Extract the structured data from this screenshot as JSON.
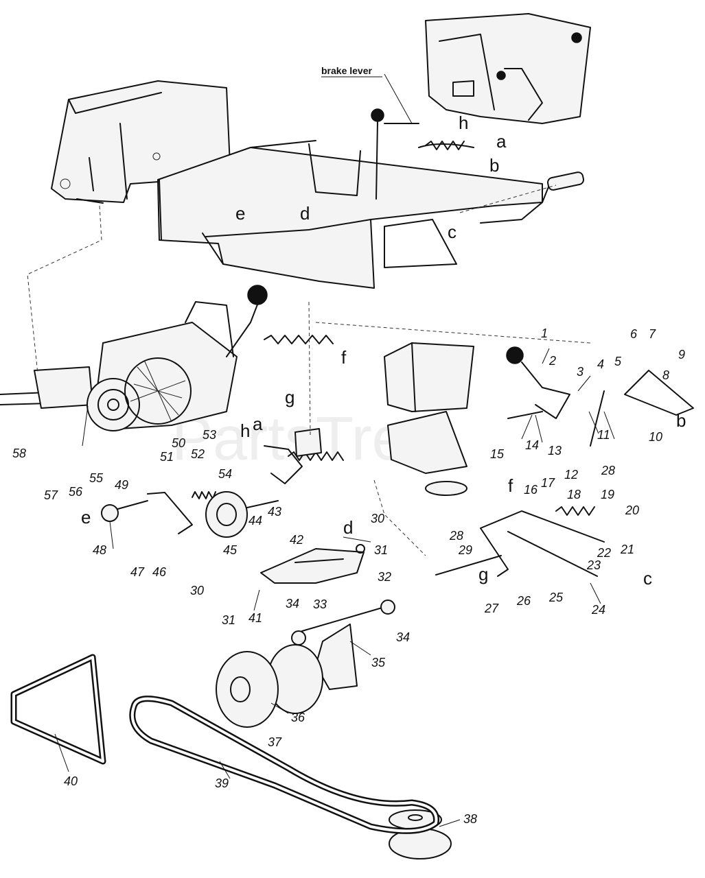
{
  "diagram": {
    "watermark": "PartsTree",
    "caption": "brake lever",
    "part_numbers": [
      "1",
      "2",
      "3",
      "4",
      "5",
      "6",
      "7",
      "8",
      "9",
      "10",
      "11",
      "12",
      "13",
      "14",
      "15",
      "16",
      "17",
      "18",
      "19",
      "20",
      "21",
      "22",
      "23",
      "24",
      "25",
      "26",
      "27",
      "28",
      "28",
      "29",
      "30",
      "30",
      "31",
      "31",
      "32",
      "33",
      "34",
      "34",
      "35",
      "36",
      "37",
      "38",
      "39",
      "40",
      "41",
      "42",
      "43",
      "44",
      "45",
      "46",
      "47",
      "48",
      "49",
      "50",
      "51",
      "52",
      "53",
      "54",
      "55",
      "56",
      "57",
      "58"
    ],
    "reference_letters": [
      "a",
      "a",
      "b",
      "b",
      "c",
      "c",
      "d",
      "d",
      "e",
      "e",
      "f",
      "f",
      "g",
      "g",
      "h",
      "h"
    ]
  }
}
